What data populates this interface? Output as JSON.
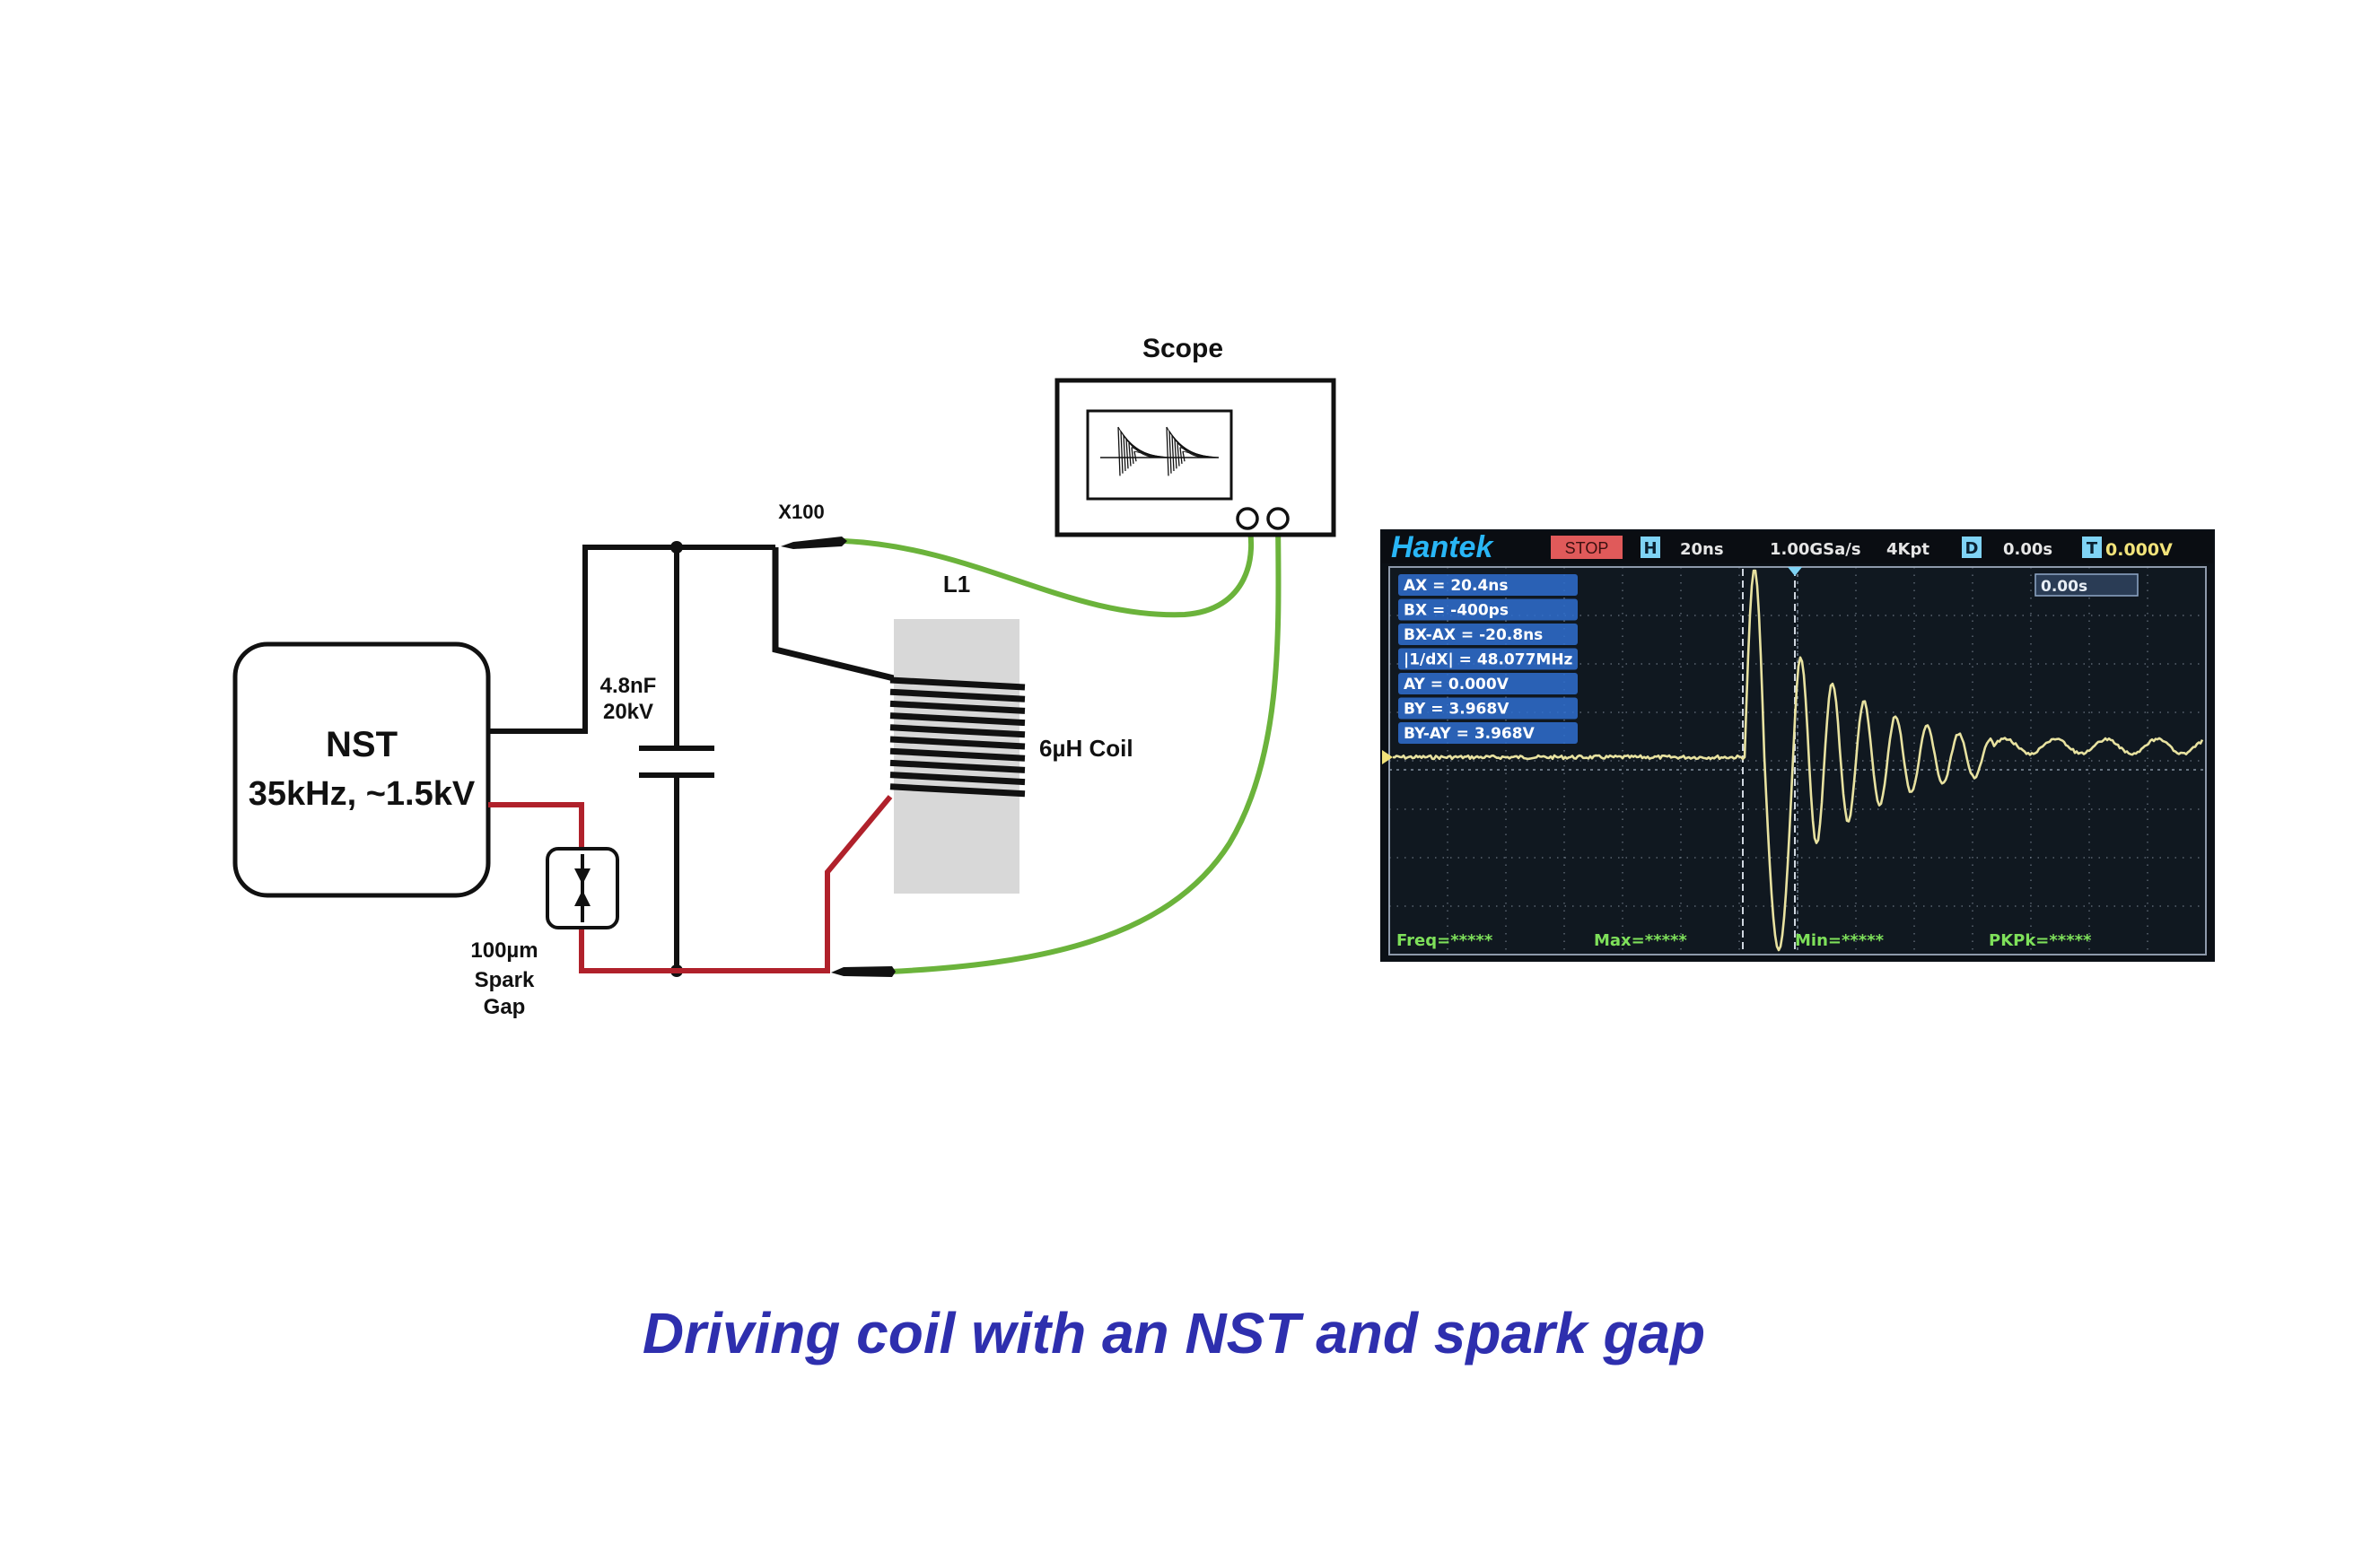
{
  "diagram": {
    "nst": {
      "line1": "NST",
      "line2": "35kHz, ~1.5kV"
    },
    "capacitor": {
      "line1": "4.8nF",
      "line2": "20kV"
    },
    "spark_gap": {
      "line1": "100µm",
      "line2": "Spark",
      "line3": "Gap"
    },
    "probe_label": "X100",
    "coil": {
      "name": "L1",
      "value": "6µH Coil"
    },
    "scope_label": "Scope",
    "caption": "Driving coil with an NST and spark gap"
  },
  "oscilloscope": {
    "brand": "Hantek",
    "status": "STOP",
    "h_badge": "H",
    "timebase": "20ns",
    "sample_rate": "1.00GSa/s",
    "memory_depth": "4Kpt",
    "d_badge": "D",
    "delay": "0.00s",
    "t_badge": "T",
    "trigger_level": "0.000V",
    "cursor_box": "0.00s",
    "measurements": [
      "AX     = 20.4ns",
      "BX     = -400ps",
      "BX-AX = -20.8ns",
      "|1/dX|  = 48.077MHz",
      "AY    = 0.000V",
      "BY    = 3.968V",
      "BY-AY = 3.968V"
    ],
    "bottom": {
      "freq": "Freq=*****",
      "max": "Max=*****",
      "min": "Min=*****",
      "pkpk": "PKPk=*****"
    },
    "colors": {
      "trace": "#e8e2a0",
      "background": "#101820",
      "grid": "#9aa7b8",
      "measure_box": "#2f6fd0",
      "brand": "#29b6f6",
      "stop": "#e05a5a"
    }
  },
  "colors": {
    "wire_black": "#111111",
    "wire_red": "#b0212b",
    "wire_green": "#6bb33b",
    "coil_core": "#d8d8d8",
    "caption": "#2e2fae"
  }
}
